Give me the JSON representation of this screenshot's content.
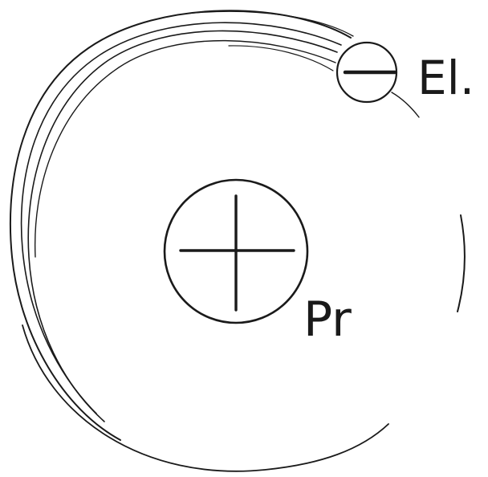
{
  "labels": {
    "electron": "El.",
    "proton": "Pr"
  },
  "symbols": {
    "electron_charge": "minus-sign",
    "proton_charge": "plus-sign"
  },
  "colors": {
    "ink": "#1a1a1a",
    "paper": "#ffffff"
  }
}
